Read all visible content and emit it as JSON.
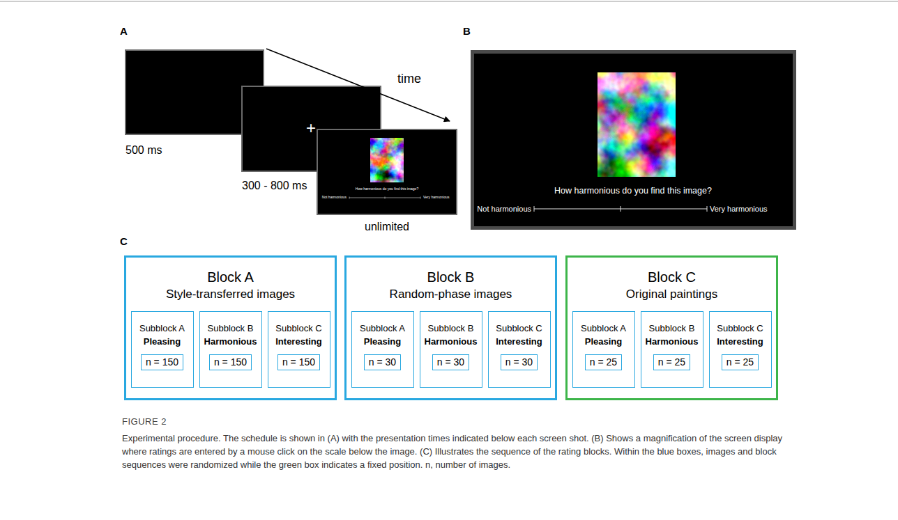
{
  "diagram": {
    "caption": "Experimental procedure. The schedule is shown in (A) with the presentation times indicated below each screen shot. (B) Shows a magnification of the screen display where ratings are entered by a mouse click on the scale below the image. (C) Illustrates the sequence of the rating blocks. Within the blue boxes, images and block sequences were randomized while the green box indicates a fixed position. n, number of images.",
    "nodes": [
      {
        "text": [
          "+"
        ]
      },
      {
        "text": [
          "How harmonious do you find this image?",
          "Not harmonious",
          "Very harmonious"
        ]
      },
      {
        "text": [
          "How harmonious do you find this image?",
          "Not harmonious",
          "Very harmonious"
        ]
      },
      {
        "text": [
          "Block A",
          "Style-transferred images"
        ]
      },
      {
        "text": [
          "Subblock A",
          "Pleasing"
        ],
        "in": 3
      },
      {
        "text": [
          "n = 150"
        ],
        "in": 4
      },
      {
        "text": [
          "Subblock B",
          "Harmonious"
        ],
        "in": 3
      },
      {
        "text": [
          "n = 150"
        ],
        "in": 6
      },
      {
        "text": [
          "Subblock C",
          "Interesting"
        ],
        "in": 3
      },
      {
        "text": [
          "n = 150"
        ],
        "in": 8
      },
      {
        "text": [
          "Block B",
          "Random-phase images"
        ]
      },
      {
        "text": [
          "Subblock A",
          "Pleasing"
        ],
        "in": 10
      },
      {
        "text": [
          "n = 30"
        ],
        "in": 11
      },
      {
        "text": [
          "Subblock B",
          "Harmonious"
        ],
        "in": 10
      },
      {
        "text": [
          "n = 30"
        ],
        "in": 13
      },
      {
        "text": [
          "Subblock C",
          "Interesting"
        ],
        "in": 10
      },
      {
        "text": [
          "n = 30"
        ],
        "in": 15
      },
      {
        "text": [
          "Block C",
          "Original paintings"
        ]
      },
      {
        "text": [
          "Subblock A",
          "Pleasing"
        ],
        "in": 17
      },
      {
        "text": [
          "n = 25"
        ],
        "in": 18
      },
      {
        "text": [
          "Subblock B",
          "Harmonious"
        ],
        "in": 17
      },
      {
        "text": [
          "n = 25"
        ],
        "in": 20
      },
      {
        "text": [
          "Subblock C",
          "Interesting"
        ],
        "in": 17
      },
      {
        "text": [
          "n = 25"
        ],
        "in": 22
      }
    ],
    "labels": [
      "A",
      "B",
      "C",
      "time",
      "500 ms",
      "300 - 800 ms",
      "unlimited",
      "FIGURE 2"
    ]
  }
}
